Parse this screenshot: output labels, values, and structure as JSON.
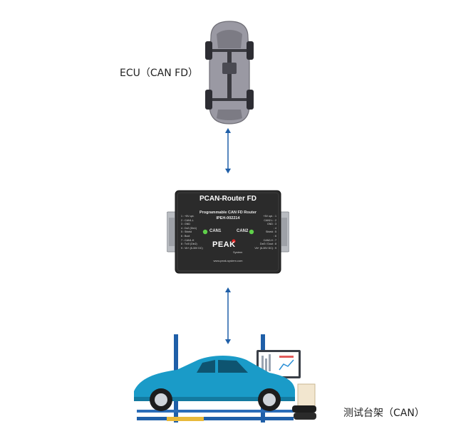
{
  "ecu": {
    "label": "ECU（CAN FD）"
  },
  "test_bench": {
    "label": "测试台架（CAN）"
  },
  "router": {
    "title": "PCAN-Router FD",
    "subtitle": "Programmable CAN FD Router",
    "part_number": "IPEH-002214",
    "can1_label": "CAN1",
    "can2_label": "CAN2",
    "brand": "PEAK",
    "brand_sub": "System",
    "website": "www.peak-system.com",
    "left_pins": [
      "1 : +5V opt.",
      "2 : CAN1-L",
      "3 : GND",
      "4 : Dx2 (Din1)",
      "5 : Shield",
      "6 : Boot",
      "7 : CAN1-H",
      "8 : Tx/0 (Din2)",
      "9 : Vb+ (8-30V DC)"
    ],
    "right_pins": [
      "+5V opt. : 1",
      "CAN2-L : 2",
      "GND : 3",
      ": 4",
      "Shield : 5",
      ": 6",
      "CAN2-H : 7",
      "Dx/0 / Dout : 8",
      "Vb+ (8-30V DC) : 9"
    ]
  },
  "colors": {
    "arrow": "#1f5fa8",
    "car_body": "#1a9bc8",
    "router_body": "#2b2b2b",
    "led": "#5fd04a",
    "lift": "#1f5fa8"
  }
}
